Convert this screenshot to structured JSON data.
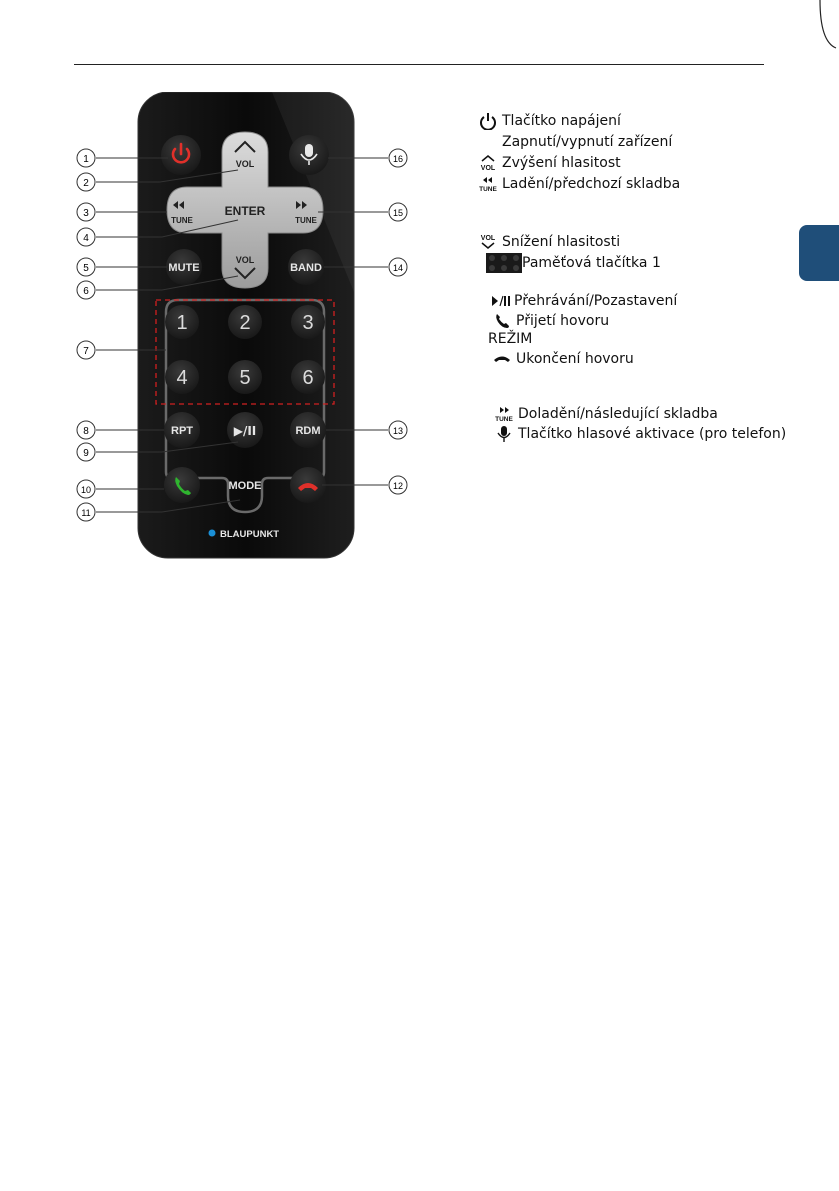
{
  "remote": {
    "brand": "BLAUPUNKT",
    "buttons": {
      "vol_label": "VOL",
      "enter": "ENTER",
      "tune": "TUNE",
      "mute": "MUTE",
      "band": "BAND",
      "rpt": "RPT",
      "play_pause": "▶/II",
      "rdm": "RDM",
      "mode": "MODE",
      "numbers": [
        "1",
        "2",
        "3",
        "4",
        "5",
        "6"
      ]
    },
    "callouts": [
      "1",
      "2",
      "3",
      "4",
      "5",
      "6",
      "7",
      "8",
      "9",
      "10",
      "11",
      "12",
      "13",
      "14",
      "15",
      "16"
    ],
    "colors": {
      "body": "#111111",
      "power": "#e0302a",
      "call_answer": "#2fb52f",
      "call_end": "#e0302a",
      "accent_blue": "#1a8fd6"
    }
  },
  "legend": {
    "power": "Tlačítko napájení",
    "power_sub": "Zapnutí/vypnutí zařízení",
    "vol_up": "Zvýšení hlasitost",
    "tune_prev": "Ladění/předchozí skladba",
    "vol_down": "Snížení hlasitosti",
    "memory": "Paměťová tlačítka 1",
    "play_pause": "Přehrávání/Pozastavení",
    "answer": "Přijetí hovoru",
    "mode": "REŽIM",
    "hangup": "Ukončení hovoru",
    "tune_next": "Doladění/následující skladba",
    "voice": "Tlačítko hlasové aktivace (pro telefon)"
  },
  "page": {
    "side_tab_color": "#1f4e79"
  }
}
